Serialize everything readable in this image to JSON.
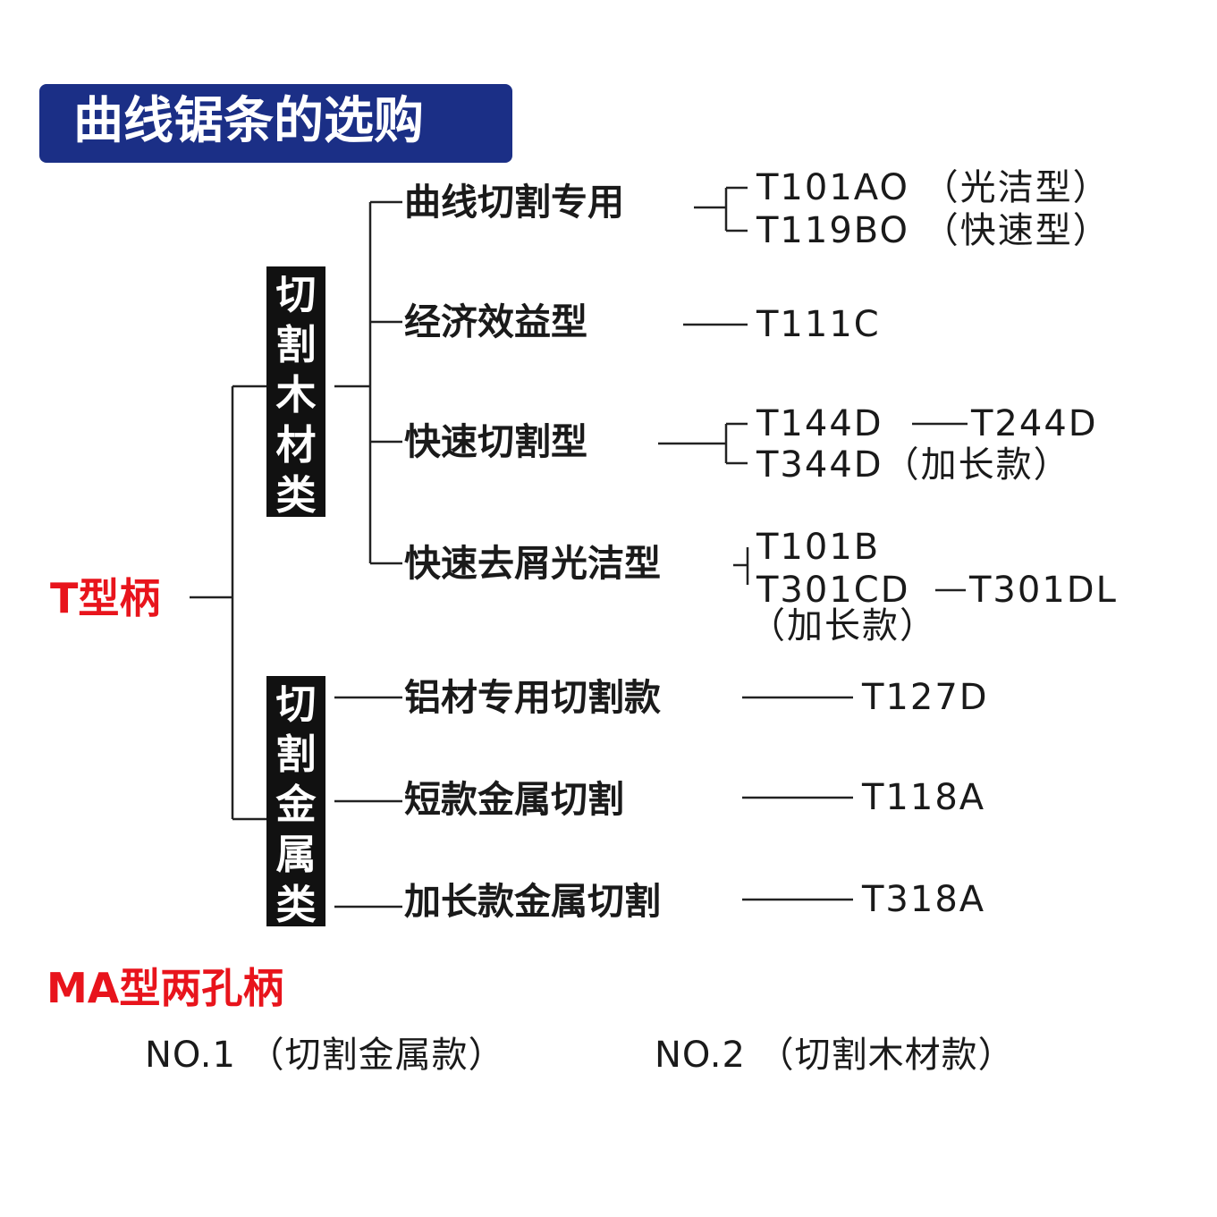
{
  "title": "曲线锯条的选购",
  "root": "T型柄",
  "groups": {
    "wood": "切割木材类",
    "metal": "切割金属类"
  },
  "categories": {
    "curve": "曲线切割专用",
    "economy": "经济效益型",
    "fast": "快速切割型",
    "chip": "快速去屑光洁型",
    "aluminum": "铝材专用切割款",
    "short_metal": "短款金属切割",
    "long_metal": "加长款金属切割"
  },
  "codes": {
    "t101ao": "T101AO （光洁型）",
    "t119bo": "T119BO （快速型）",
    "t111c": "T111C",
    "t144d": "T144D",
    "t244d": "T244D",
    "t344d": "T344D（加长款）",
    "t101b": "T101B",
    "t301cd": "T301CD",
    "t301dl": "T301DL",
    "t301_note": "（加长款）",
    "t127d": "T127D",
    "t118a": "T118A",
    "t318a": "T318A"
  },
  "ma": {
    "title": "MA型两孔柄",
    "no1": "NO.1 （切割金属款）",
    "no2": "NO.2 （切割木材款）"
  },
  "colors": {
    "title_bg": "#1b2f86",
    "accent_red": "#e8141c",
    "label_bg": "#111111"
  }
}
